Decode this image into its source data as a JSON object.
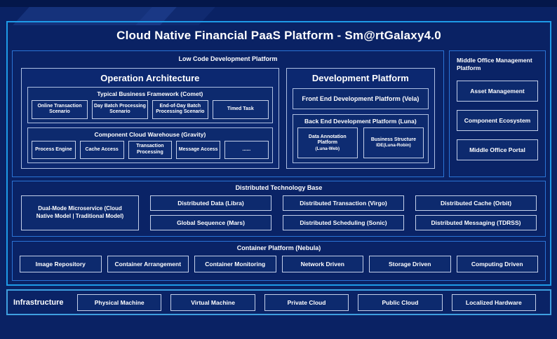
{
  "page": {
    "title": "Cloud Native Financial PaaS Platform - Sm@rtGalaxy4.0"
  },
  "colors": {
    "page_bg": "#0a2264",
    "outer_frame_border": "#1e9be8",
    "section_border": "#2b74d6",
    "inner_border": "#c3cfe9",
    "text": "#ffffff"
  },
  "low_code_platform": {
    "label": "Low Code Development Platform",
    "operation_architecture": {
      "title": "Operation Architecture",
      "typical_business_framework": {
        "label": "Typical Business Framework (Comet)",
        "items": [
          "Online Transaction Scenario",
          "Day Batch Processing Scenario",
          "End-of-Day Batch Processing Scenario",
          "Timed Task"
        ]
      },
      "component_cloud_warehouse": {
        "label": "Component Cloud Warehouse (Gravity)",
        "items": [
          "Process Engine",
          "Cache Access",
          "Transaction Processing",
          "Message Access",
          "......"
        ]
      }
    },
    "development_platform": {
      "title": "Development Platform",
      "front_end_label": "Front End Development Platform (Vela)",
      "back_end": {
        "label": "Back End Development Platform (Luna)",
        "items": [
          {
            "name": "Data Annotation Platform",
            "sub": "(Luna-Web)"
          },
          {
            "name": "Business Structure",
            "sub": "IDE(Luna-Robin)"
          }
        ]
      }
    }
  },
  "middle_office": {
    "label": "Middle Office Management Platform",
    "items": [
      "Asset Management",
      "Component Ecosystem",
      "Middle Office Portal"
    ]
  },
  "distributed_technology_base": {
    "label": "Distributed Technology Base",
    "dual_mode": "Dual-Mode Microservice (Cloud Native Model | Traditional Model)",
    "row1": [
      "Distributed Data (Libra)",
      "Distributed Transaction (Virgo)",
      "Distributed Cache (Orbit)"
    ],
    "row2": [
      "Global Sequence (Mars)",
      "Distributed Scheduling (Sonic)",
      "Distributed Messaging (TDRSS)"
    ]
  },
  "container_platform": {
    "label": "Container Platform (Nebula)",
    "items": [
      "Image Repository",
      "Container Arrangement",
      "Container Monitoring",
      "Network Driven",
      "Storage Driven",
      "Computing Driven"
    ]
  },
  "infrastructure": {
    "label": "Infrastructure",
    "items": [
      "Physical Machine",
      "Virtual Machine",
      "Private Cloud",
      "Public Cloud",
      "Localized Hardware"
    ]
  }
}
